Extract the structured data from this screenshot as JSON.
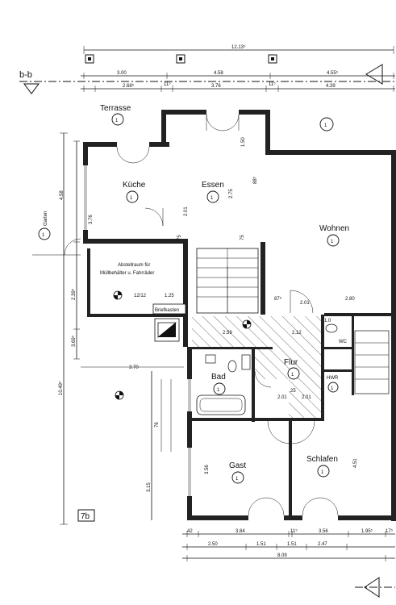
{
  "section": {
    "label": "b-b"
  },
  "dimensions": {
    "top_total": "12.13⁵",
    "top_row1": [
      "3.00",
      "4.58",
      "4.55⁵"
    ],
    "top_row2": [
      "2.68⁵",
      "3.76",
      "4.39"
    ],
    "top_row2_small": [
      "11⁵",
      "11⁵"
    ],
    "left_total": "10.49⁵",
    "left_segments": [
      "4.58",
      "2.39⁵",
      "3.69⁵",
      "3.15"
    ],
    "bottom_row1": [
      "3.84",
      "11⁵",
      "3.56",
      "1.95⁵"
    ],
    "bottom_row2": [
      "2.50",
      "1.51",
      "1.51",
      "2.47"
    ],
    "bottom_total": "8.09",
    "bottom_misc": [
      "42",
      "17⁵"
    ],
    "inner": [
      "3.76",
      "1.50",
      "2.75",
      "88⁵",
      "2.01",
      "75",
      "75",
      "1.25",
      "12/12",
      "2.59",
      "2.12",
      "2.80",
      "87⁵",
      "2.01",
      "1.0",
      "3.56",
      "4.51",
      "3.70",
      "2.01",
      "2.01",
      "76",
      "25"
    ]
  },
  "rooms": [
    {
      "name": "Terrasse",
      "number": "1"
    },
    {
      "name": "Küche",
      "number": "1"
    },
    {
      "name": "Essen",
      "number": "1"
    },
    {
      "name": "Wohnen",
      "number": "1"
    },
    {
      "name": "Garten",
      "number": "1"
    },
    {
      "name": "Flur",
      "number": "1"
    },
    {
      "name": "WC",
      "number": ""
    },
    {
      "name": "Bad",
      "number": "1"
    },
    {
      "name": "HWR",
      "number": "1"
    },
    {
      "name": "Gast",
      "number": "1"
    },
    {
      "name": "Schlafen",
      "number": "1"
    }
  ],
  "outdoor_number": "1",
  "storage": {
    "line1": "Abstellraum für",
    "line2": "Müllbehälter u. Fahrräder",
    "side_label": "Briefkasten"
  },
  "sheet_tag": "7b"
}
